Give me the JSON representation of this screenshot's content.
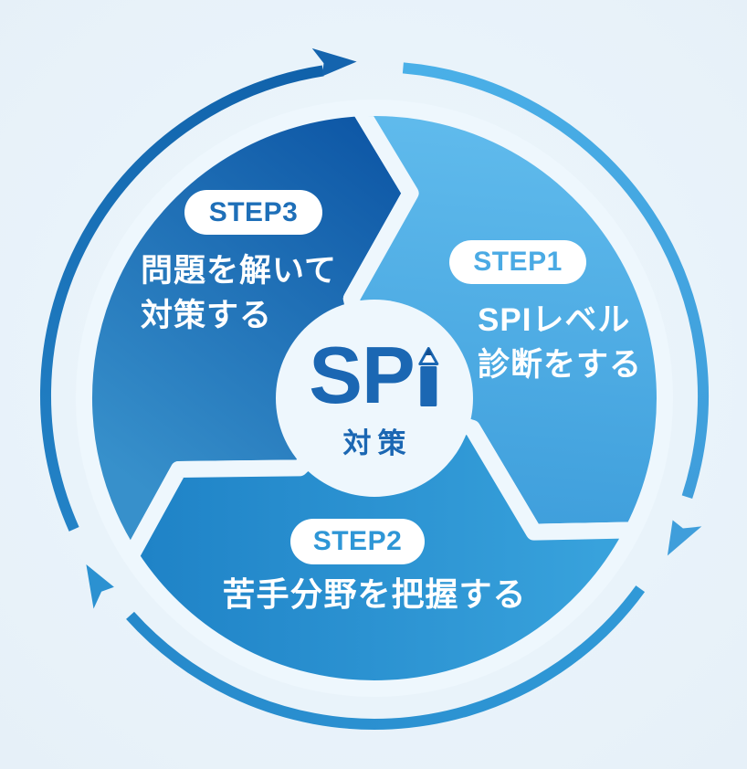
{
  "diagram": {
    "background_color": "#e9f3fa",
    "gap_color": "#eef7fd",
    "rotation_direction": "clockwise",
    "center": {
      "brand": "SP",
      "brand_third_letter": "pencil-icon-as-letter-I",
      "subtitle": "対策",
      "text_color": "#1b67b3",
      "circle_color": "#eef7fd"
    },
    "steps": [
      {
        "badge": "STEP1",
        "lines": [
          "SPIレベル",
          "診断をする"
        ],
        "badge_bg": "#ffffff",
        "badge_text_color": "#4aaae4",
        "segment_gradient": [
          "#5fbaec",
          "#3f9fdc"
        ],
        "position": "right"
      },
      {
        "badge": "STEP2",
        "lines": [
          "苦手分野を把握する"
        ],
        "badge_bg": "#ffffff",
        "badge_text_color": "#2e96d6",
        "segment_gradient": [
          "#38a2dc",
          "#1f83c7"
        ],
        "position": "bottom"
      },
      {
        "badge": "STEP3",
        "lines": [
          "問題を解いて",
          "対策する"
        ],
        "badge_bg": "#ffffff",
        "badge_text_color": "#1e6fb8",
        "segment_gradient": [
          "#0d56a5",
          "#3790cb"
        ],
        "position": "top-left"
      }
    ],
    "outer_arrows": [
      {
        "name": "arc-top-right",
        "gradient": [
          "#4ab0e8",
          "#3f9edb"
        ]
      },
      {
        "name": "arc-bottom",
        "gradient": [
          "#3099d7",
          "#2689cb"
        ]
      },
      {
        "name": "arc-left",
        "gradient": [
          "#2382c6",
          "#1061aa"
        ]
      }
    ]
  }
}
